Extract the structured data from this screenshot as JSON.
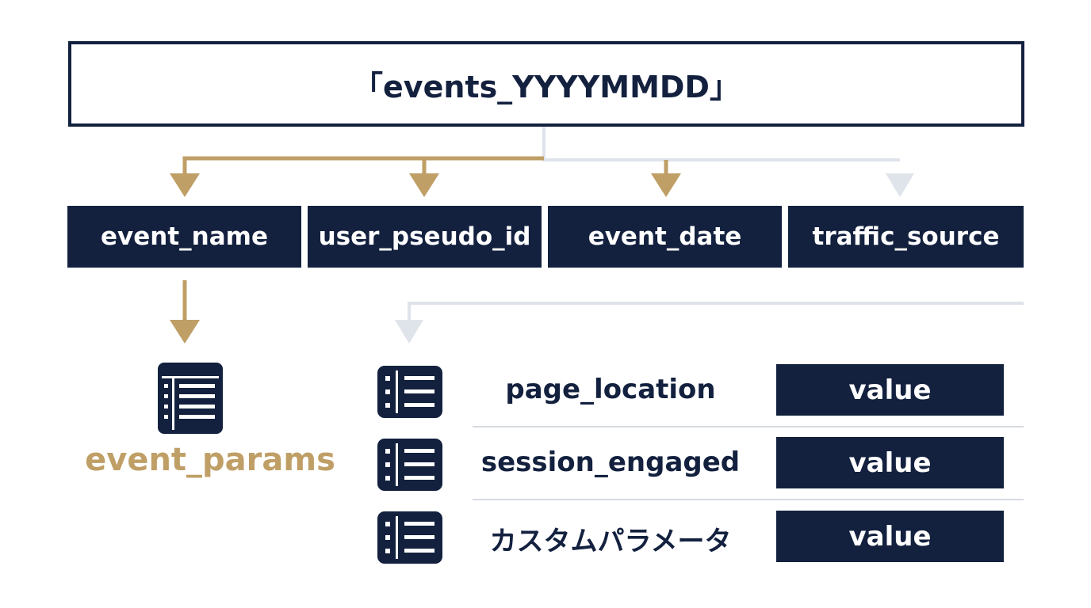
{
  "root": {
    "title": "「events_YYYYMMDD」"
  },
  "fields": [
    {
      "label": "event_name"
    },
    {
      "label": "user_pseudo_id"
    },
    {
      "label": "event_date"
    },
    {
      "label": "traffic_source"
    }
  ],
  "event_params": {
    "label": "event_params"
  },
  "params": [
    {
      "name": "page_location",
      "value": "value"
    },
    {
      "name": "session_engaged",
      "value": "value"
    },
    {
      "name": "カスタムパラメータ",
      "value": "value"
    }
  ],
  "colors": {
    "navy": "#13213f",
    "gold": "#bf9f66",
    "light_line": "#dfe3ea",
    "background": "#ffffff"
  }
}
